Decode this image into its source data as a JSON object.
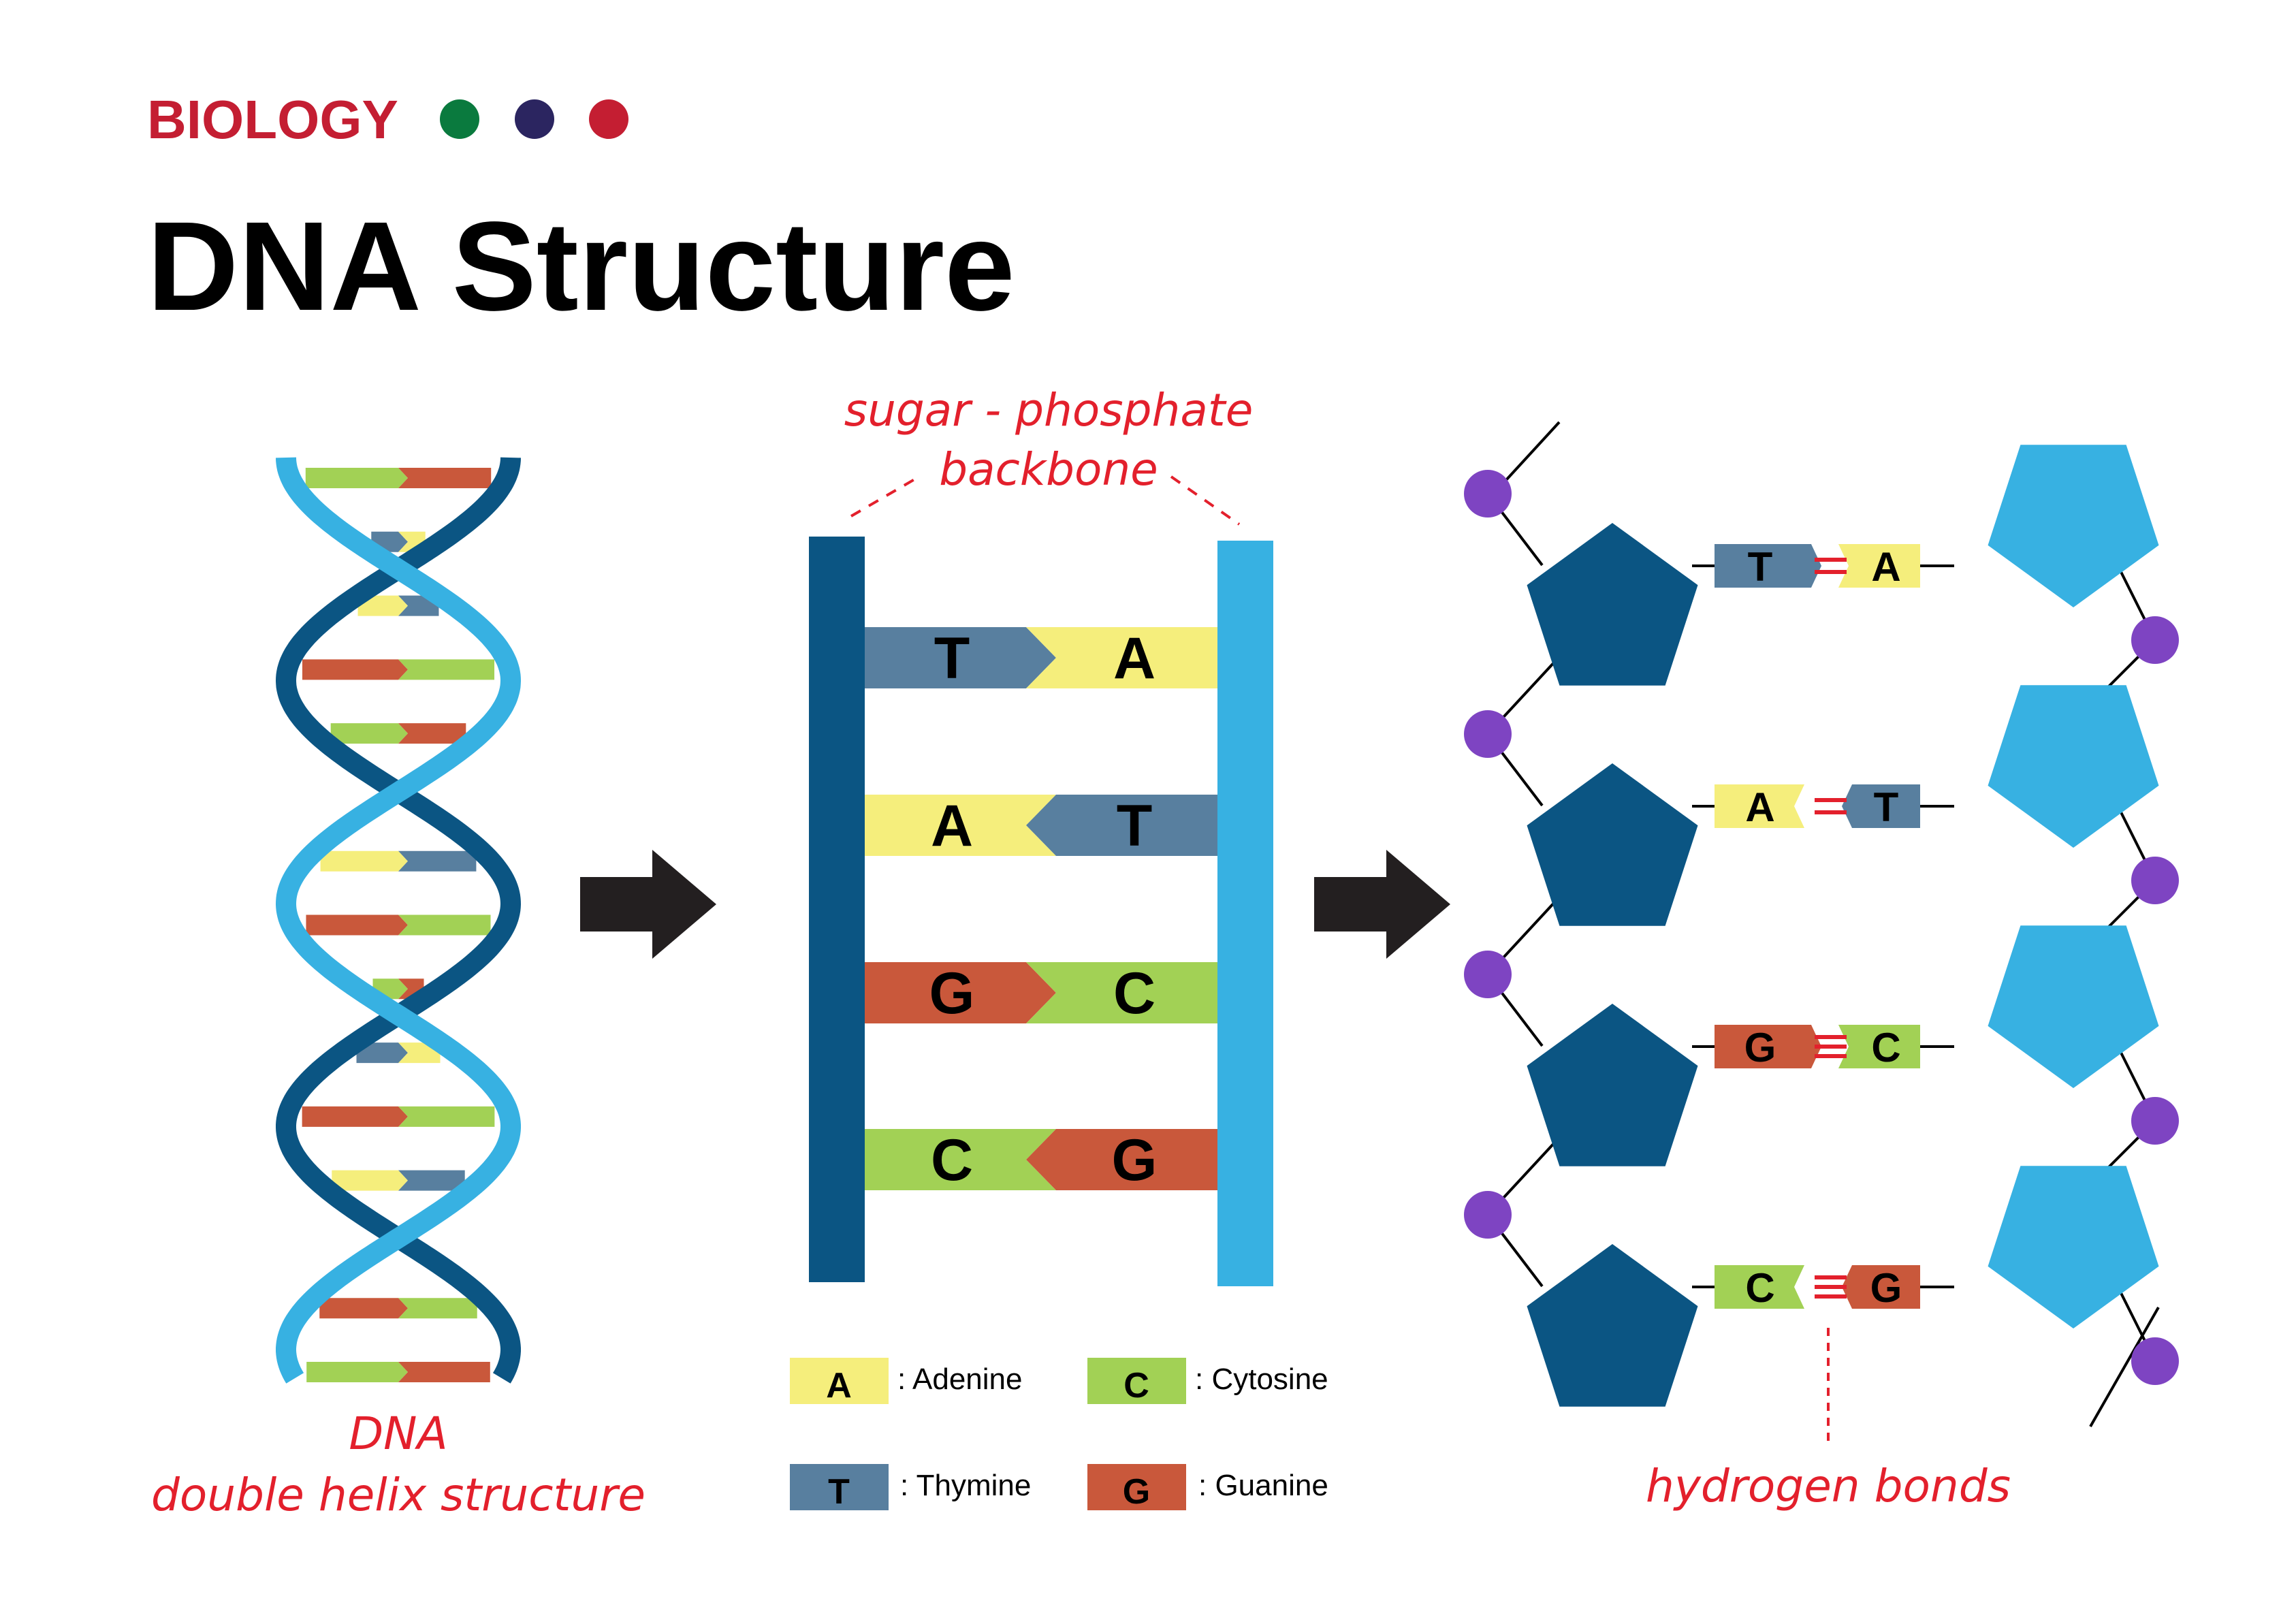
{
  "header": {
    "subject": "BIOLOGY",
    "title": "DNA Structure",
    "dot_colors": [
      "#0a7a3e",
      "#2b2560",
      "#c41e32"
    ]
  },
  "labels": {
    "helix_line1": "DNA",
    "helix_line2": "double helix structure",
    "backbone_line1": "sugar - phosphate",
    "backbone_line2": "backbone",
    "hbonds": "hydrogen bonds"
  },
  "ladder_pairs": [
    {
      "left": "T",
      "right": "A"
    },
    {
      "left": "A",
      "right": "T"
    },
    {
      "left": "G",
      "right": "C"
    },
    {
      "left": "C",
      "right": "G"
    }
  ],
  "nucleotide_pairs": [
    {
      "left": "T",
      "right": "A"
    },
    {
      "left": "A",
      "right": "T"
    },
    {
      "left": "G",
      "right": "C"
    },
    {
      "left": "C",
      "right": "G"
    }
  ],
  "legend": [
    {
      "letter": "A",
      "name": ": Adenine"
    },
    {
      "letter": "T",
      "name": ": Thymine"
    },
    {
      "letter": "C",
      "name": ": Cytosine"
    },
    {
      "letter": "G",
      "name": ": Guanine"
    }
  ],
  "colors": {
    "A": "#f5ee7c",
    "T": "#587f9f",
    "G": "#c9583b",
    "C": "#a2d155",
    "strand_dark": "#0b5583",
    "strand_light": "#37b1e2",
    "phosphate": "#7e44c2",
    "label_red": "#e3202c",
    "arrow": "#231f20",
    "title_red": "#c41e32"
  }
}
